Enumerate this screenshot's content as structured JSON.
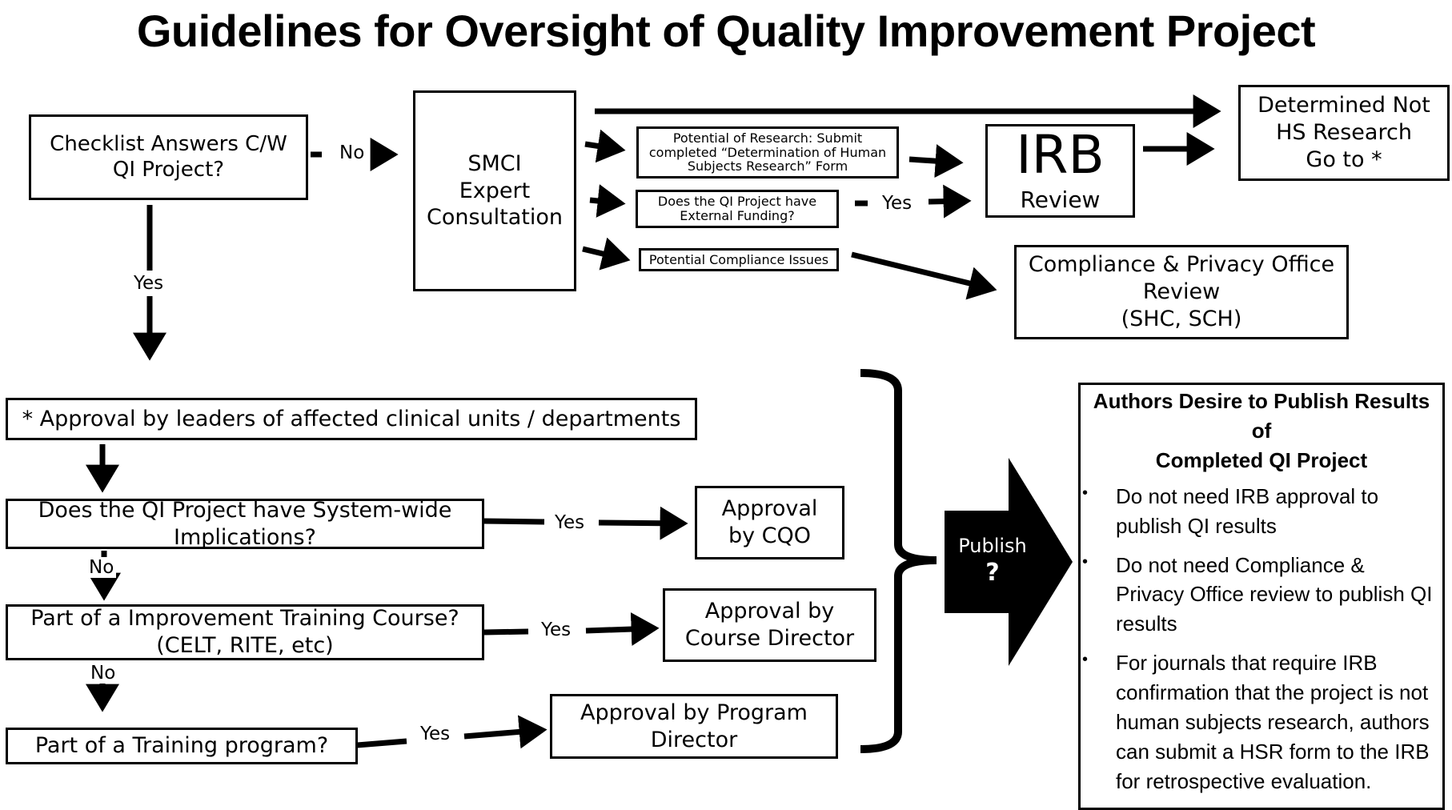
{
  "title": "Guidelines for Oversight of Quality Improvement Project",
  "nodes": {
    "checklist": "Checklist Answers C/W\nQI Project?",
    "smci": "SMCI\nExpert\nConsultation",
    "potential_research": "Potential of Research: Submit\ncompleted “Determination of Human\nSubjects Research” Form",
    "external_funding": "Does the QI Project have\nExternal Funding?",
    "compliance_issues": "Potential Compliance Issues",
    "irb_title": "IRB",
    "irb_sub": "Review",
    "determined": "Determined Not\nHS Research\nGo to *",
    "compliance_office": "Compliance & Privacy Office\nReview\n(SHC, SCH)",
    "approval_leaders": "* Approval by leaders of affected clinical units / departments",
    "system_wide": "Does the QI Project have System-wide\nImplications?",
    "cqo": "Approval\nby CQO",
    "training_course": "Part of a Improvement Training Course?\n(CELT, RITE, etc)",
    "course_director": "Approval by\nCourse Director",
    "training_program": "Part of a Training program?",
    "program_director": "Approval by Program\nDirector"
  },
  "edge_labels": {
    "no_checklist": "No",
    "yes_checklist": "Yes",
    "yes_funding": "Yes",
    "yes_system": "Yes",
    "no_system": "No",
    "yes_course": "Yes",
    "no_course": "No",
    "yes_program": "Yes"
  },
  "publish": {
    "label": "Publish",
    "mark": "?"
  },
  "panel": {
    "title": "Authors Desire to Publish Results of\nCompleted QI Project",
    "bullets": [
      "Do not need IRB approval to publish QI results",
      "Do not need Compliance & Privacy Office review to publish QI results",
      "For journals that require IRB confirmation that the project is not human subjects research, authors can submit a HSR form to the IRB  for retrospective evaluation."
    ]
  }
}
